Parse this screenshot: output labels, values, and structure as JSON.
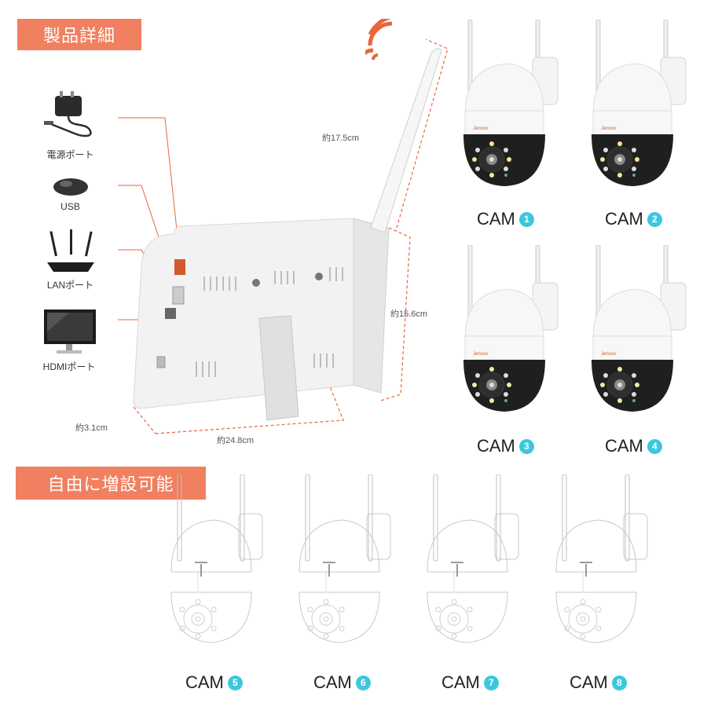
{
  "sections": {
    "details": "製品詳細",
    "expand": "自由に増設可能"
  },
  "ports": [
    {
      "label": "電源ポート",
      "icon": "power-adapter-icon"
    },
    {
      "label": "USB",
      "icon": "mouse-icon"
    },
    {
      "label": "LANポート",
      "icon": "router-icon"
    },
    {
      "label": "HDMIポート",
      "icon": "monitor-icon"
    }
  ],
  "dimensions": {
    "antenna": "約17.5cm",
    "height": "約15.6cm",
    "depth": "約3.1cm",
    "width": "約24.8cm"
  },
  "cameras": [
    {
      "label": "CAM",
      "num": "1"
    },
    {
      "label": "CAM",
      "num": "2"
    },
    {
      "label": "CAM",
      "num": "3"
    },
    {
      "label": "CAM",
      "num": "4"
    }
  ],
  "addons": [
    {
      "label": "CAM",
      "num": "5"
    },
    {
      "label": "CAM",
      "num": "6"
    },
    {
      "label": "CAM",
      "num": "7"
    },
    {
      "label": "CAM",
      "num": "8"
    }
  ],
  "colors": {
    "accent": "#f0805f",
    "badge": "#3cc7dd",
    "dimension_line": "#e8663c"
  }
}
